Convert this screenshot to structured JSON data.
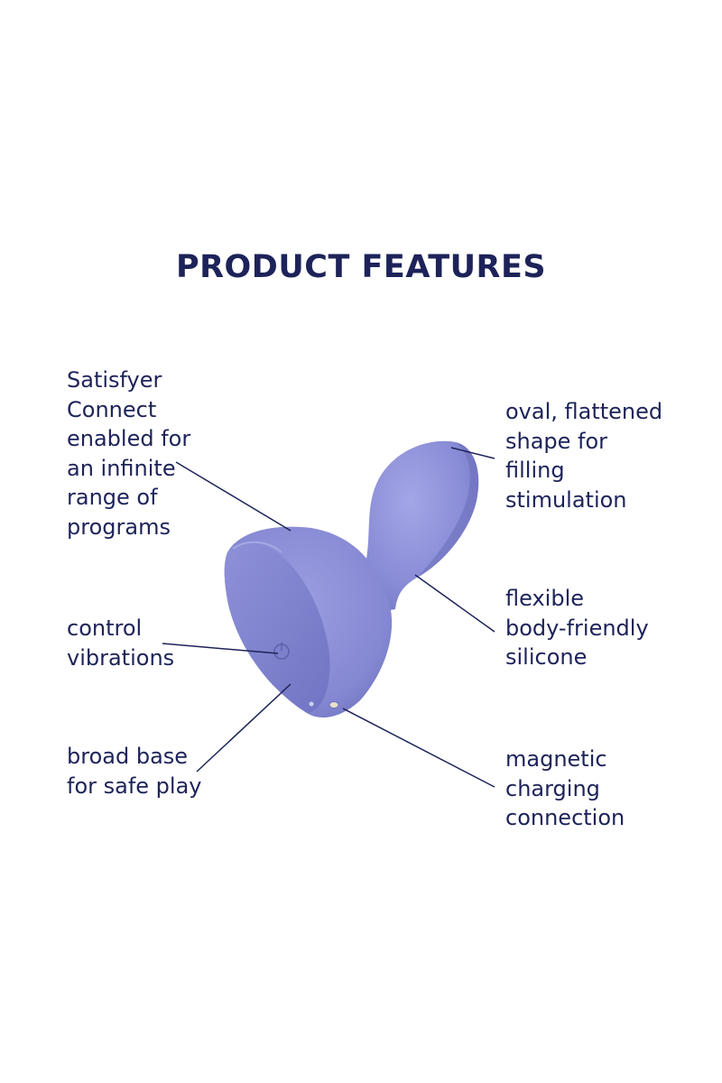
{
  "title": "PRODUCT FEATURES",
  "features": {
    "connect": "Satisfyer\nConnect\nenabled for\nan infinite\nrange of\nprograms",
    "shape": "oval, flattened\nshape for\nfilling\nstimulation",
    "silicone": "flexible\nbody-friendly\nsilicone",
    "control": "control\nvibrations",
    "base": "broad base\nfor safe play",
    "charging": "magnetic\ncharging\nconnection"
  },
  "colors": {
    "text": "#1d2359",
    "product": "#8c8fd6",
    "product_shadow": "#6f72bf",
    "product_highlight": "#a9abe6"
  }
}
